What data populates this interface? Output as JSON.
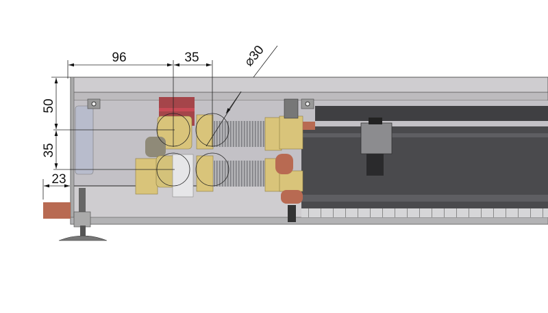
{
  "drawing": {
    "dimensions": {
      "horizontal_96": "96",
      "horizontal_35": "35",
      "diameter": "⌀30",
      "vertical_50": "50",
      "vertical_35": "35",
      "offset_23": "23"
    },
    "colors": {
      "housing": "#c9c7c9",
      "brass": "#d9c47a",
      "copper": "#b86a52",
      "valve_cap": "#a5454a",
      "heat_exchanger": "#4a4a4a"
    }
  }
}
